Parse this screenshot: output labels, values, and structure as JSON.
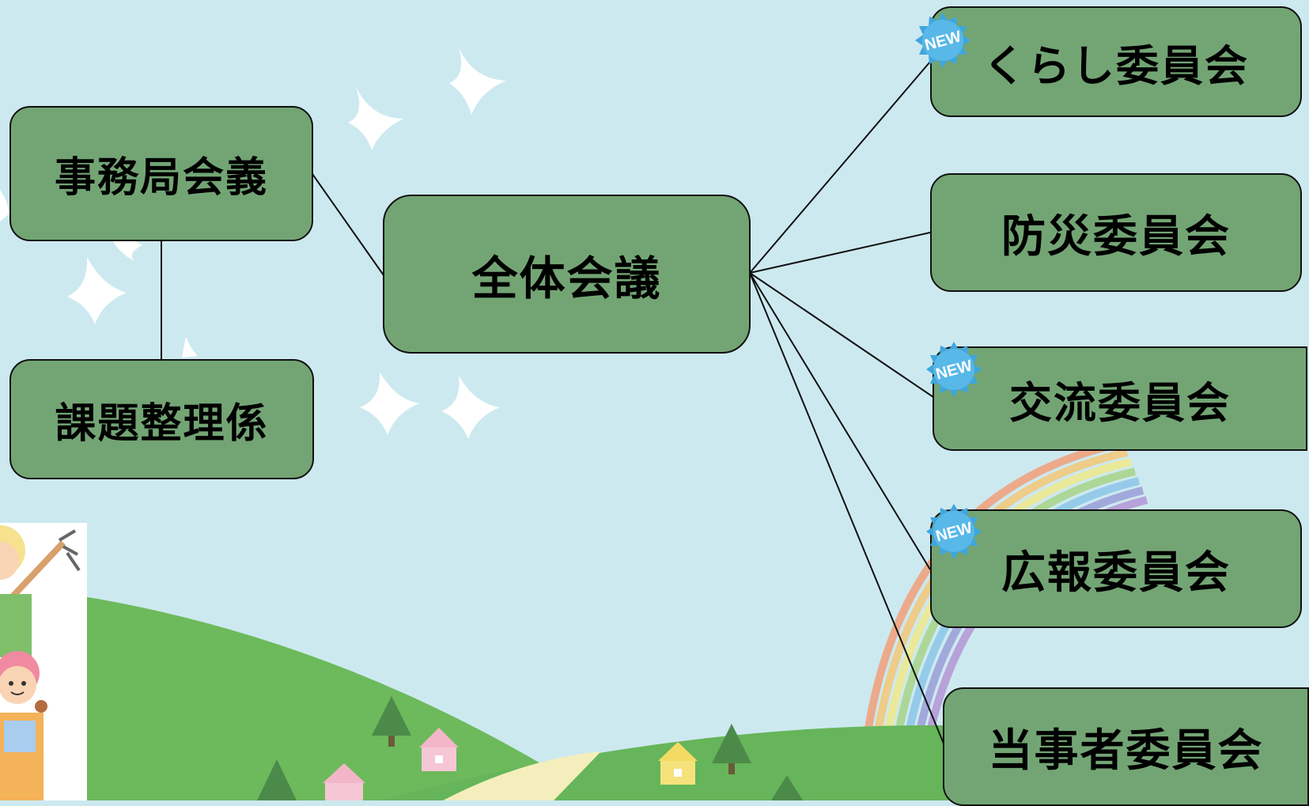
{
  "colors": {
    "sky": "#cde9f0",
    "node_fill": "#73a574",
    "node_border": "#111111",
    "hill": "#6cba5c",
    "badge": "#3fa6dd"
  },
  "diagram": {
    "nodes": [
      {
        "id": "jimukyoku",
        "label": "事務局会義"
      },
      {
        "id": "kadai",
        "label": "課題整理係"
      },
      {
        "id": "zentai",
        "label": "全体会議"
      },
      {
        "id": "kurashi",
        "label": "くらし委員会",
        "new": true
      },
      {
        "id": "bousai",
        "label": "防災委員会",
        "new": false
      },
      {
        "id": "kouryu",
        "label": "交流委員会",
        "new": true
      },
      {
        "id": "kouhou",
        "label": "広報委員会",
        "new": true
      },
      {
        "id": "toujisha",
        "label": "当事者委員会",
        "new": false
      }
    ],
    "edges": [
      [
        "jimukyoku",
        "kadai"
      ],
      [
        "jimukyoku",
        "zentai"
      ],
      [
        "zentai",
        "kurashi"
      ],
      [
        "zentai",
        "bousai"
      ],
      [
        "zentai",
        "kouryu"
      ],
      [
        "zentai",
        "kouhou"
      ],
      [
        "zentai",
        "toujisha"
      ]
    ],
    "badge_label": "NEW"
  }
}
